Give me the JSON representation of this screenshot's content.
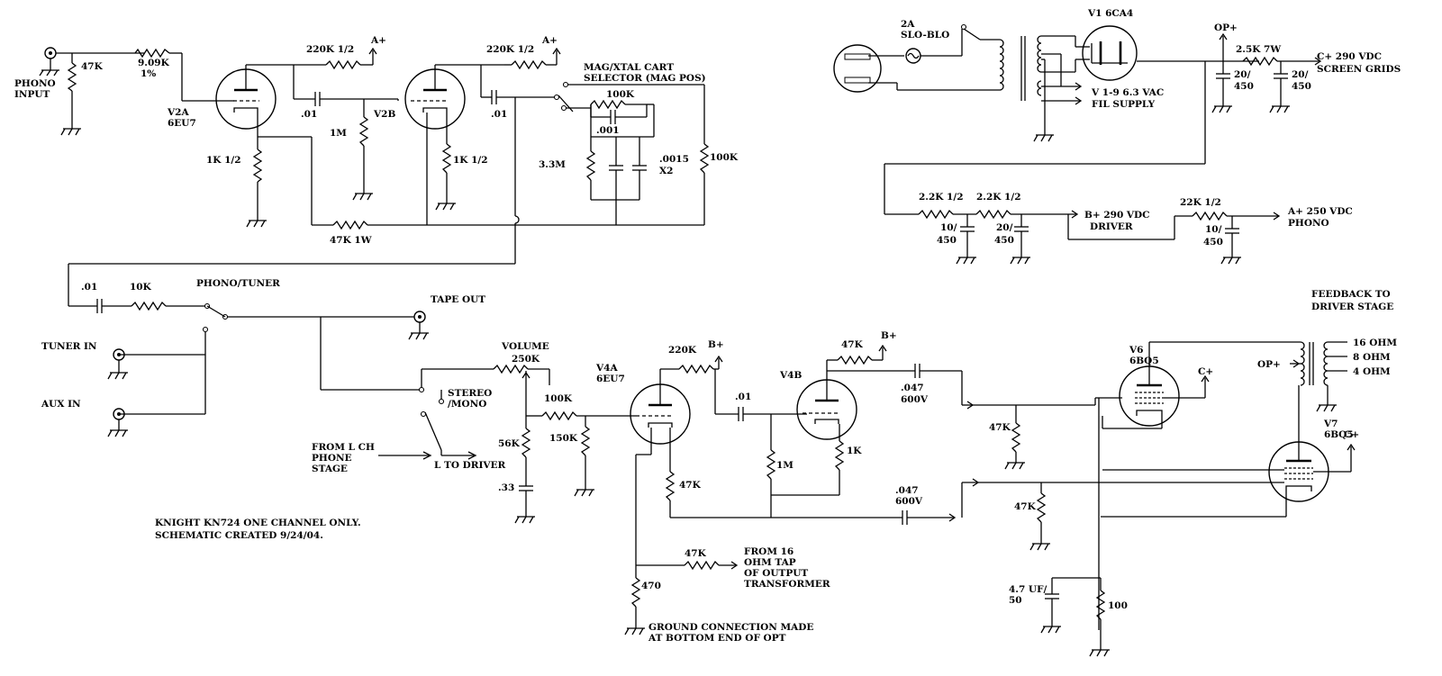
{
  "title_note": {
    "line1": "KNIGHT KN724 ONE CHANNEL ONLY.",
    "line2": "SCHEMATIC CREATED 9/24/04."
  },
  "phono_stage": {
    "input_l1": "PHONO",
    "input_l2": "INPUT",
    "r_in": "47K",
    "r_series_l1": "9.09K",
    "r_series_l2": "1%",
    "v2a_l1": "V2A",
    "v2a_l2": "6EU7",
    "v2a_plate_r": "220K 1/2",
    "v2a_cathode_r": "1K 1/2",
    "coupling_c1": ".01",
    "grid_r": "1M",
    "v2b": "V2B",
    "v2b_plate_r": "220K 1/2",
    "v2b_cathode_r": "1K 1/2",
    "coupling_c2": ".01",
    "feedback_r": "47K 1W",
    "b_plus_1": "A+",
    "b_plus_2": "A+",
    "selector_l1": "MAG/XTAL CART",
    "selector_l2": "SELECTOR (MAG POS)",
    "eq_r1": "100K",
    "eq_c1": ".001",
    "eq_r2": "3.3M",
    "eq_c2_l1": ".0015",
    "eq_c2_l2": "X2",
    "out_r": "100K"
  },
  "input_section": {
    "c_in": ".01",
    "r_in": "10K",
    "switch_label": "PHONO/TUNER",
    "tape_out": "TAPE OUT",
    "tuner_in": "TUNER IN",
    "aux_in": "AUX IN",
    "volume_label": "VOLUME",
    "volume_value": "250K",
    "stereo_l1": "STEREO",
    "stereo_l2": "/MONO",
    "r_mix": "100K",
    "r_shunt": "56K",
    "c_shunt": ".33",
    "from_l1": "FROM L CH",
    "from_l2": "PHONE",
    "from_l3": "STAGE",
    "to_driver": "L TO DRIVER"
  },
  "driver_stage": {
    "r_grid": "150K",
    "v4a_l1": "V4A",
    "v4a_l2": "6EU7",
    "v4a_plate_r": "220K",
    "b_plus_1": "B+",
    "v4a_cathode_r": "47K",
    "coupling_c": ".01",
    "v4b": "V4B",
    "v4b_plate_r": "47K",
    "b_plus_2": "B+",
    "grid_r": "1M",
    "cathode_r": "1K",
    "c_out1_l1": ".047",
    "c_out1_l2": "600V",
    "c_out2_l1": ".047",
    "c_out2_l2": "600V",
    "fb_r": "47K",
    "fb_from_l1": "FROM 16",
    "fb_from_l2": "OHM TAP",
    "fb_from_l3": "OF OUTPUT",
    "fb_from_l4": "TRANSFORMER",
    "gnd_r": "470",
    "gnd_note_l1": "GROUND CONNECTION MADE",
    "gnd_note_l2": "AT BOTTOM END OF OPT"
  },
  "output_stage": {
    "grid_r1": "47K",
    "grid_r2": "47K",
    "v6_l1": "V6",
    "v6_l2": "6BQ5",
    "v7_l1": "V7",
    "v7_l2": "6BQ5",
    "c_plus_1": "C+",
    "c_plus_2": "C+",
    "op_plus": "OP+",
    "feedback_l1": "FEEDBACK TO",
    "feedback_l2": "DRIVER STAGE",
    "tap16": "16 OHM",
    "tap8": "8 OHM",
    "tap4": "4 OHM",
    "cath_c_l1": "4.7 UF/",
    "cath_c_l2": "50",
    "cath_r": "100"
  },
  "power_supply": {
    "fuse_l1": "2A",
    "fuse_l2": "SLO-BLO",
    "rect": "V1 6CA4",
    "fil_l1": "V 1-9 6.3 VAC",
    "fil_l2": "FIL SUPPLY",
    "op_plus": "OP+",
    "c1_l1": "20/",
    "c1_l2": "450",
    "r1": "2.5K 7W",
    "c2_l1": "20/",
    "c2_l2": "450",
    "c_out_l1": "C+ 290 VDC",
    "c_out_l2": "SCREEN GRIDS",
    "r2": "2.2K 1/2",
    "r3": "2.2K 1/2",
    "c3_l1": "10/",
    "c3_l2": "450",
    "c4_l1": "20/",
    "c4_l2": "450",
    "b_out_l1": "B+ 290 VDC",
    "b_out_l2": "DRIVER",
    "r4": "22K 1/2",
    "c5_l1": "10/",
    "c5_l2": "450",
    "a_out_l1": "A+ 250 VDC",
    "a_out_l2": "PHONO"
  }
}
